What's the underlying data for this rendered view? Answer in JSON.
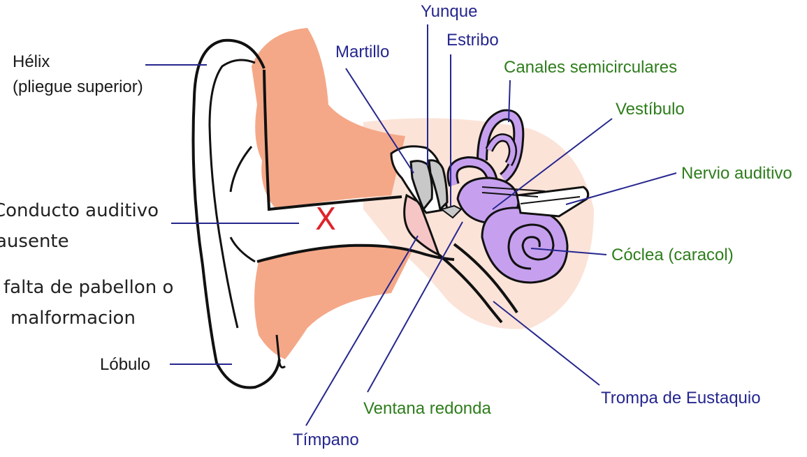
{
  "labels": {
    "helix_1": "Hélix",
    "helix_2": "(pliegue superior)",
    "conducto_1": "Conducto auditivo",
    "conducto_2": "ausente",
    "falta_1": "falta de pabellon o",
    "falta_2": "malformacion",
    "lobulo": "Lóbulo",
    "martillo": "Martillo",
    "yunque": "Yunque",
    "estribo": "Estribo",
    "canales": "Canales semicirculares",
    "vestibulo": "Vestíbulo",
    "nervio": "Nervio auditivo",
    "coclea": "Cóclea (caracol)",
    "ventana": "Ventana redonda",
    "timpano": "Tímpano",
    "trompa": "Trompa de Eustaquio"
  },
  "mark": "X",
  "colors": {
    "skin": "#f4a888",
    "skin_light": "#fbe0d4",
    "ossicle_gray": "#c8c8c8",
    "eardrum_pink": "#f6c6c6",
    "inner_ear_purple": "#c6a0ee",
    "outline": "#111111",
    "leader_line": "#26268f",
    "label_blue": "#26268f",
    "label_green": "#2e7d1c",
    "mark_red": "#e0232a"
  }
}
